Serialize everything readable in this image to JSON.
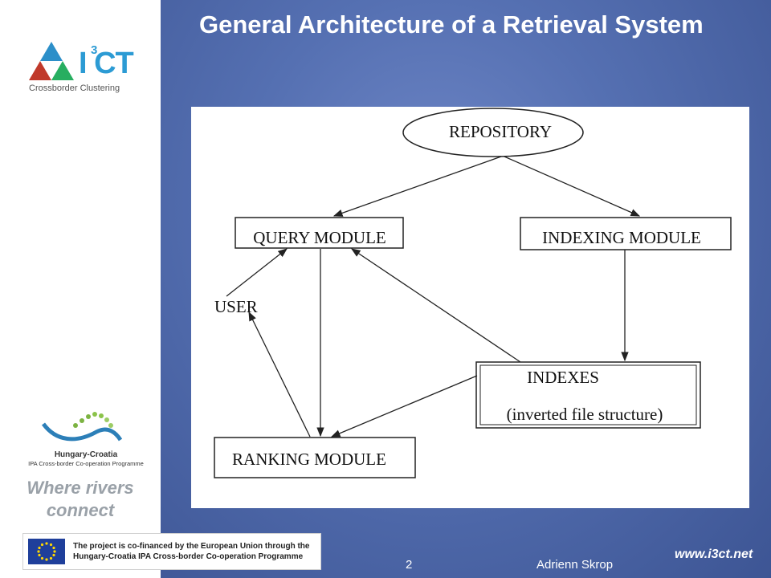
{
  "slide": {
    "title": "General Architecture of a Retrieval System",
    "page_number": "2",
    "author": "Adrienn Skrop",
    "url": "www.i3ct.net"
  },
  "sidebar": {
    "logo_word": "I CT",
    "logo_sup": "3",
    "logo_sub": "Crossborder Clustering",
    "program_title": "Hungary-Croatia",
    "program_sub": "IPA Cross-border Co-operation Programme",
    "tagline": "Where rivers connect",
    "eu_text_line1": "The project is co-financed by the European Union through the",
    "eu_text_line2": "Hungary-Croatia IPA Cross-border Co-operation Programme"
  },
  "diagram": {
    "nodes": {
      "repository": "REPOSITORY",
      "query_module": "QUERY MODULE",
      "indexing_module": "INDEXING MODULE",
      "user": "USER",
      "indexes": "INDEXES",
      "indexes_sub": "(inverted file structure)",
      "ranking_module": "RANKING MODULE"
    }
  }
}
